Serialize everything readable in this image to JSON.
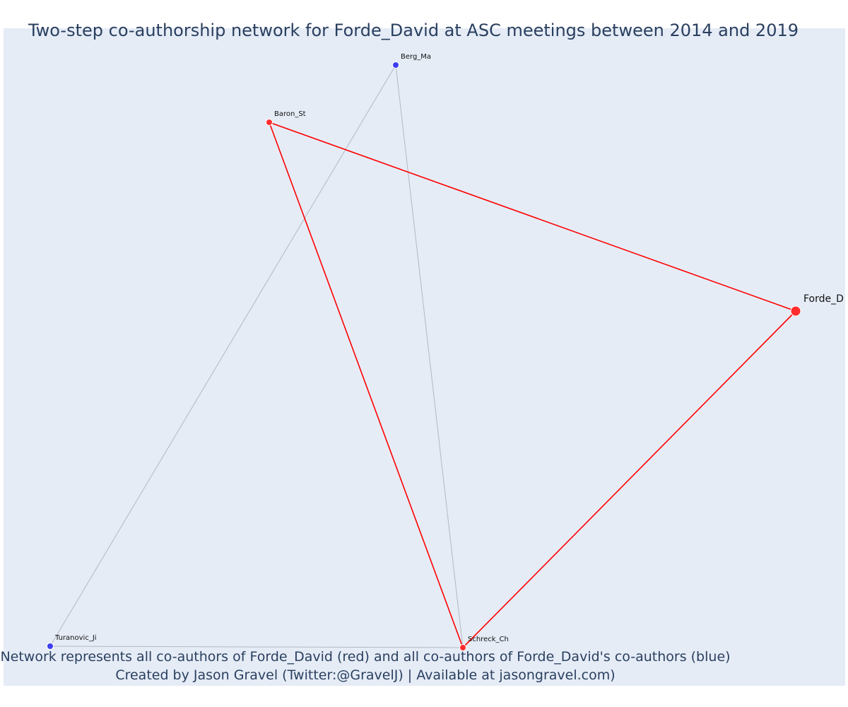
{
  "title": "Two-step co-authorship network for Forde_David at ASC meetings between 2014 and 2019",
  "footer": {
    "line1": "Network represents all co-authors of Forde_David (red) and all co-authors of Forde_David's co-authors (blue)",
    "line2": "Created by Jason Gravel (Twitter:@GravelJ) | Available at jasongravel.com)"
  },
  "colors": {
    "background": "#e5ecf6",
    "first_degree": "#ff2d2d",
    "second_degree": "#3d3df0",
    "first_degree_edge": "#ff0000",
    "second_degree_edge": "#b4b8c2",
    "text": "#2a3f5f"
  },
  "nodes": [
    {
      "id": "Forde_D",
      "label": "Forde_D",
      "group": "focal"
    },
    {
      "id": "Baron_St",
      "label": "Baron_St",
      "group": "first"
    },
    {
      "id": "Schreck_Ch",
      "label": "Schreck_Ch",
      "group": "first"
    },
    {
      "id": "Berg_Ma",
      "label": "Berg_Ma",
      "group": "second"
    },
    {
      "id": "Turanovic_Ji",
      "label": "Turanovic_Ji",
      "group": "second"
    }
  ],
  "edges": [
    {
      "source": "Berg_Ma",
      "target": "Turanovic_Ji",
      "type": "second"
    },
    {
      "source": "Berg_Ma",
      "target": "Schreck_Ch",
      "type": "second"
    },
    {
      "source": "Turanovic_Ji",
      "target": "Schreck_Ch",
      "type": "second"
    },
    {
      "source": "Baron_St",
      "target": "Forde_D",
      "type": "first"
    },
    {
      "source": "Baron_St",
      "target": "Schreck_Ch",
      "type": "first"
    },
    {
      "source": "Forde_D",
      "target": "Schreck_Ch",
      "type": "first"
    }
  ]
}
